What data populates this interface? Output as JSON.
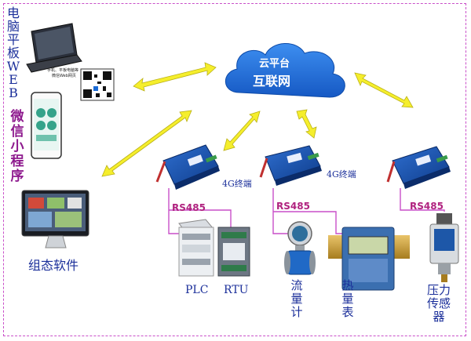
{
  "left_labels": {
    "web": "电脑平板WEB",
    "wechat": "微信小程序",
    "config_software": "组态软件"
  },
  "qr_caption": {
    "line1": "手机、平板电脑等",
    "line2": "微信Web网页"
  },
  "cloud": {
    "line1": "云平台",
    "line2": "互联网"
  },
  "terminal_label_1": "4G终端",
  "terminal_label_2": "4G终端",
  "rs485": [
    "RS485",
    "RS485",
    "RS485"
  ],
  "devices": {
    "plc": "PLC",
    "rtu": "RTU",
    "flowmeter": "流量计",
    "heat_meter": "热量表",
    "pressure_sensor": "压力传感器"
  },
  "colors": {
    "frame": "#c94fc9",
    "arrow": "#f5ee2c",
    "cloud": "#1e6bd6",
    "wire": "#c94fc9",
    "text": "#1b2f9a"
  }
}
